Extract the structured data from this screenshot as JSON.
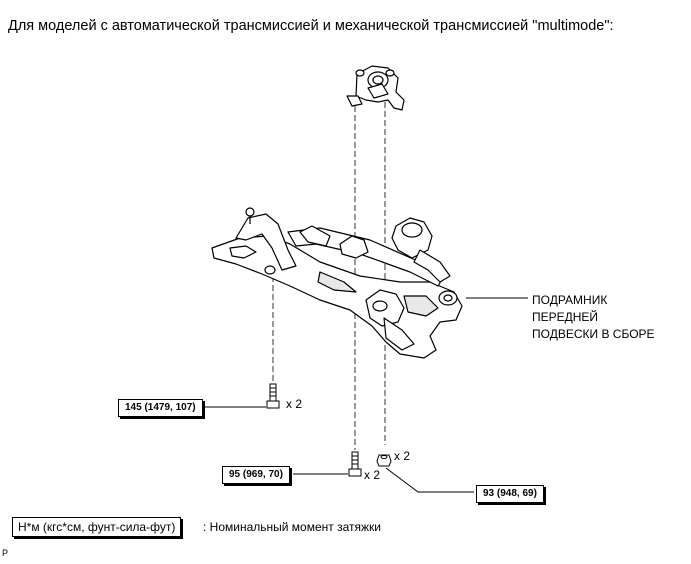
{
  "heading": "Для моделей с автоматической трансмиссией и механической трансмиссией \"multimode\":",
  "part": {
    "lines": [
      "ПОДРАМНИК",
      "ПЕРЕДНЕЙ",
      "ПОДВЕСКИ В СБОРЕ"
    ]
  },
  "fasteners": [
    {
      "torque": "145 (1479, 107)",
      "qty": "x 2"
    },
    {
      "torque": "95 (969, 70)",
      "qty": "x 2"
    },
    {
      "torque": "93 (948, 69)",
      "qty": "x 2"
    }
  ],
  "legend": {
    "units": "Н*м (кгс*см, фунт-сила-фут)",
    "description": ": Номинальный момент затяжки"
  },
  "corner_mark": "P"
}
